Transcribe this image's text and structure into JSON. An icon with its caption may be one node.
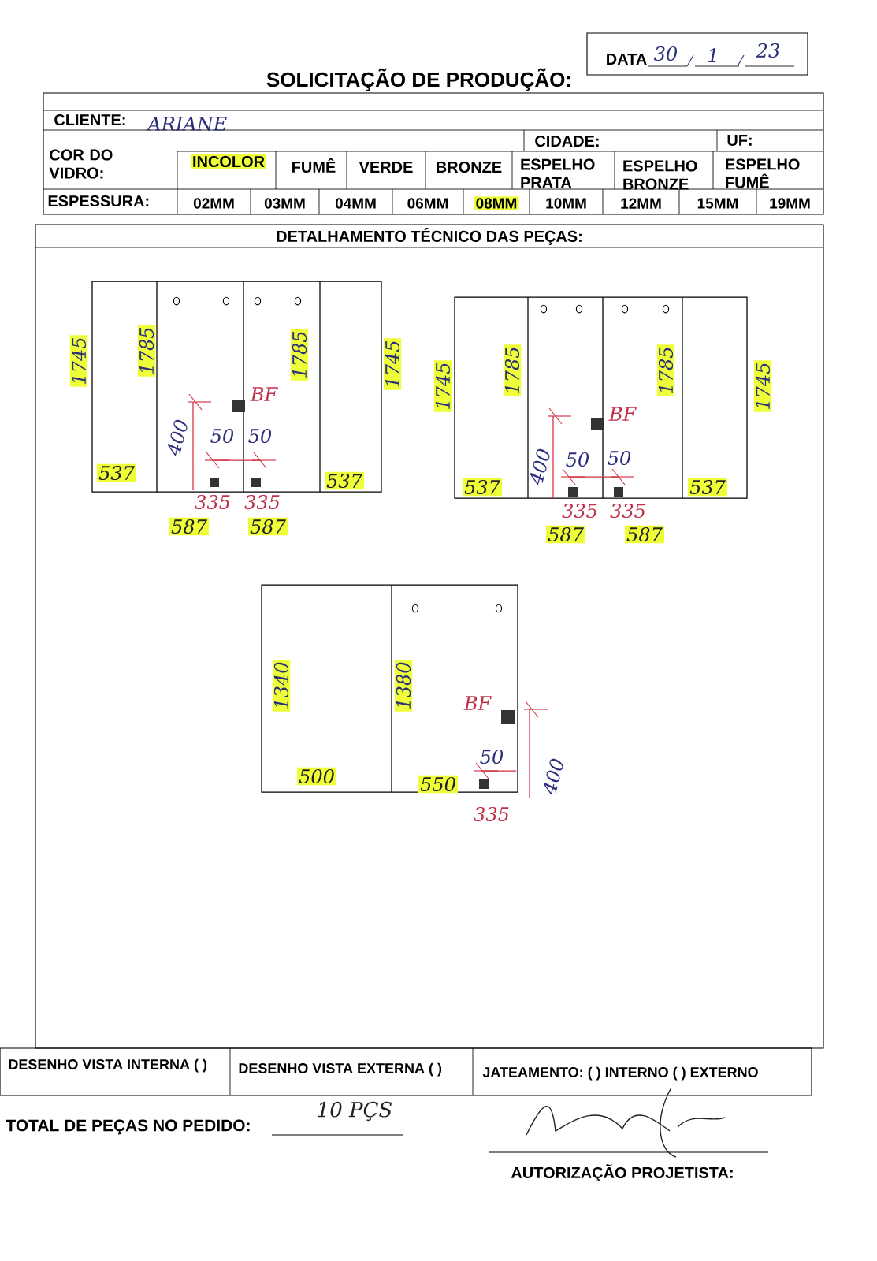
{
  "diagram": {
    "title": "SOLICITAÇÃO DE PRODUÇÃO:",
    "labels": [
      "DATA",
      "30",
      "1",
      "23",
      "CLIENTE:",
      "ARIANE",
      "CIDADE:",
      "UF:",
      "COR DO VIDRO:",
      "INCOLOR",
      "FUMÊ",
      "VERDE",
      "BRONZE",
      "ESPELHO PRATA",
      "ESPELHO BRONZE",
      "ESPELHO FUMÊ",
      "ESPESSURA:",
      "02MM",
      "03MM",
      "04MM",
      "06MM",
      "08MM",
      "10MM",
      "12MM",
      "15MM",
      "19MM",
      "DETALHAMENTO TÉCNICO DAS PEÇAS:",
      "1745",
      "1785",
      "1785",
      "1745",
      "BF",
      "400",
      "50",
      "50",
      "537",
      "537",
      "335",
      "335",
      "587",
      "587",
      "1745",
      "1785",
      "1785",
      "1745",
      "BF",
      "400",
      "50",
      "50",
      "537",
      "537",
      "335",
      "335",
      "587",
      "587",
      "1340",
      "1380",
      "BF",
      "50",
      "400",
      "500",
      "550",
      "335",
      "DESENHO VISTA INTERNA ( )",
      "DESENHO VISTA EXTERNA ( )",
      "JATEAMENTO: ( ) INTERNO ( ) EXTERNO",
      "TOTAL DE PEÇAS NO PEDIDO:",
      "10 PÇS",
      "AUTORIZAÇÃO PROJETISTA:"
    ]
  }
}
